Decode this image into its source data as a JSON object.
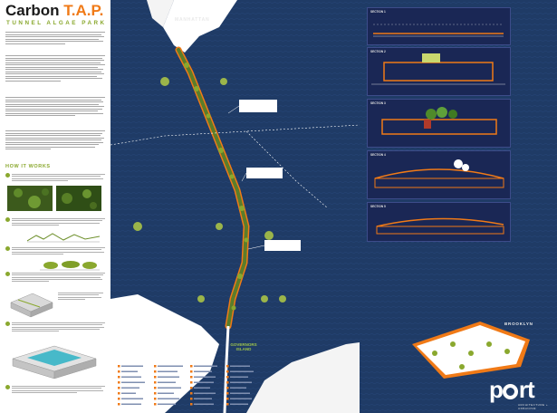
{
  "header": {
    "title_main": "Carbon",
    "title_accent": "T.A.P.",
    "subtitle": "TUNNEL ALGAE PARK"
  },
  "sidebar": {
    "how_it_works": "HOW IT WORKS"
  },
  "map": {
    "label_manhattan": "MANHATTAN",
    "label_brooklyn": "BROOKLYN",
    "label_governors": "GOVERNORS ISLAND"
  },
  "sections": [
    {
      "label": "SECTION 1"
    },
    {
      "label": "SECTION 2"
    },
    {
      "label": "SECTION 3"
    },
    {
      "label": "SECTION 4"
    },
    {
      "label": "SECTION 5"
    }
  ],
  "logo": {
    "text_p": "p",
    "text_rt": "rt",
    "tagline": "ARCHITECTURE + URBANISM"
  },
  "colors": {
    "accent": "#f07a17",
    "green": "#8aa82e",
    "water": "#1e3a64",
    "panel": "#1a2755"
  }
}
